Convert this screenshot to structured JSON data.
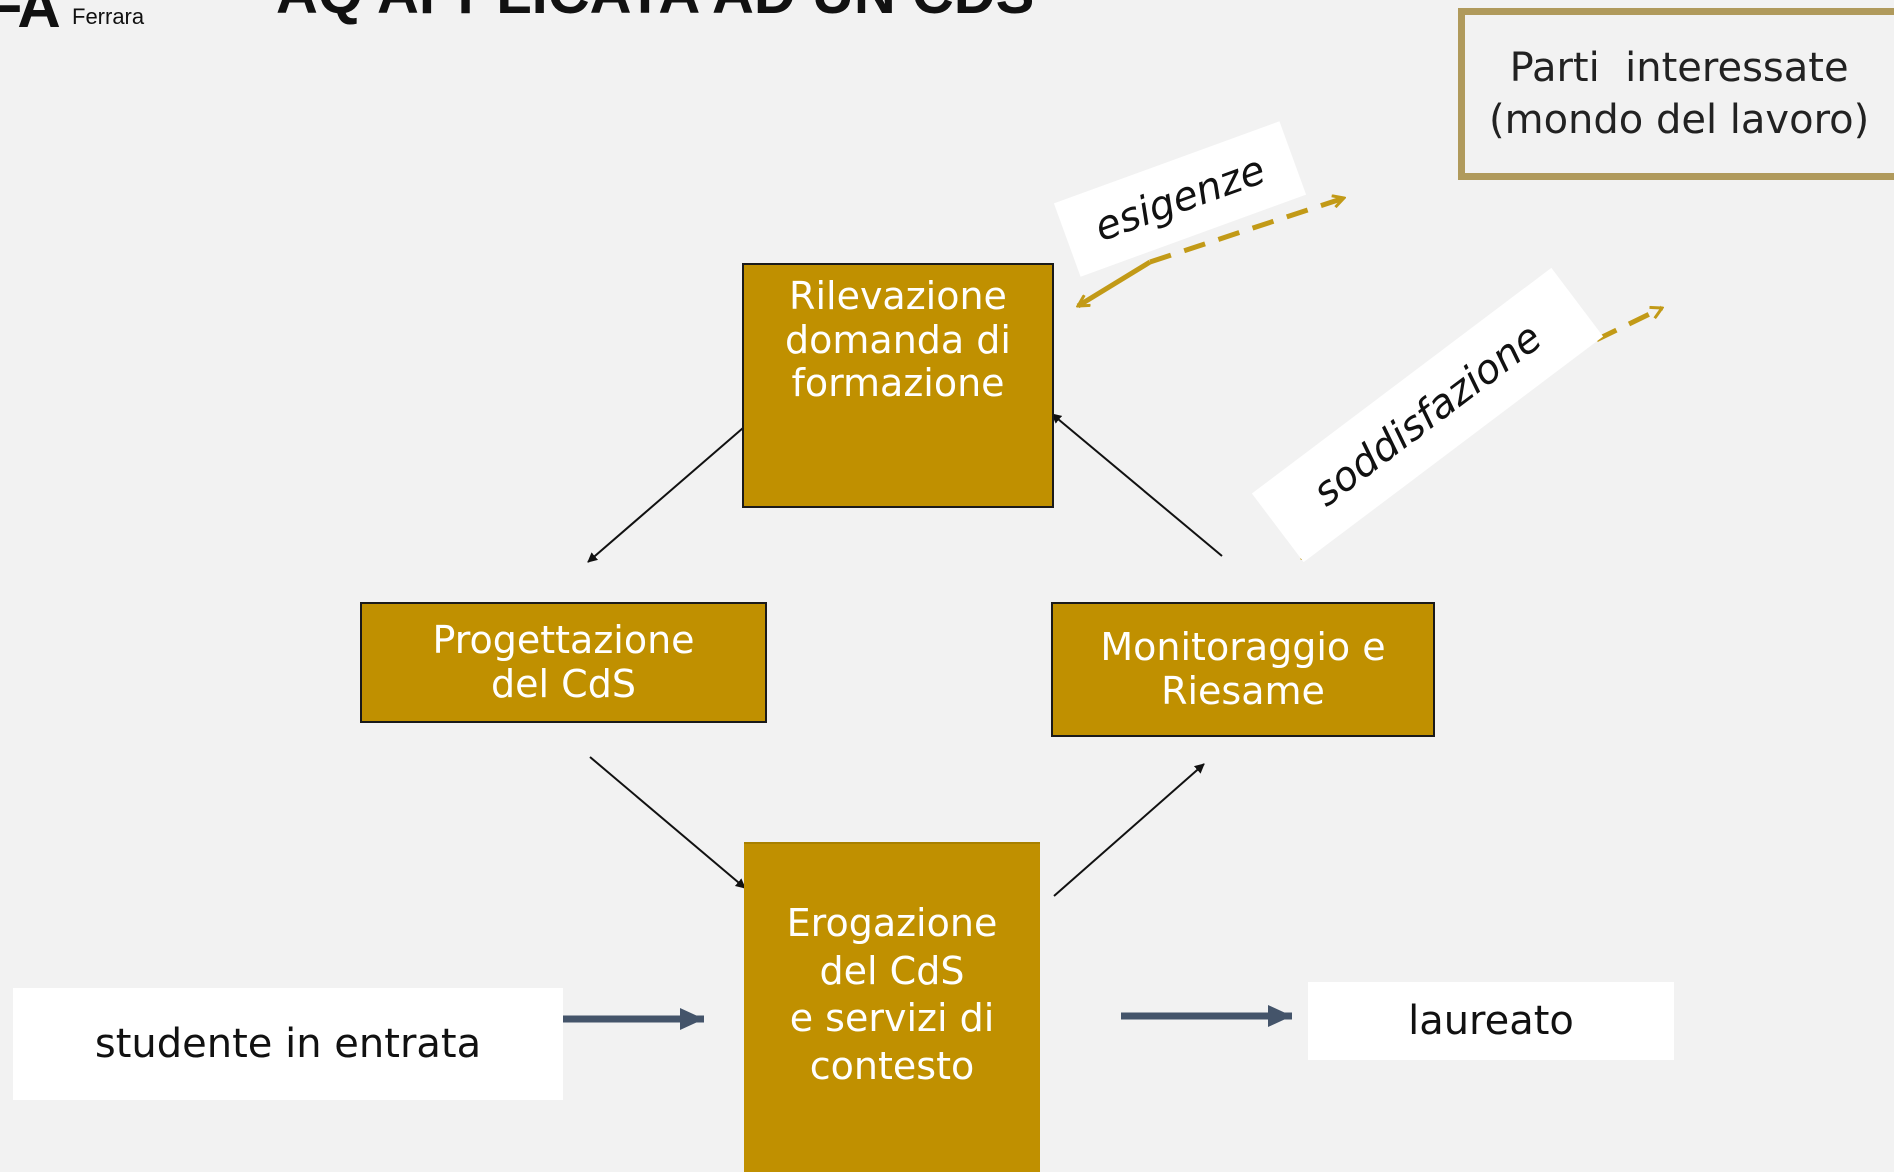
{
  "header": {
    "logo_letters": "FA",
    "logo_city": "Ferrara",
    "title": "AQ APPLICATA AD UN CDS"
  },
  "stakeholder": {
    "line1": "Parti  interessate",
    "line2": "(mondo del lavoro)"
  },
  "flow_labels": {
    "esigenze": "esigenze",
    "soddisfazione": "soddisfazione"
  },
  "process": {
    "rilevazione": [
      "Rilevazione",
      "domanda di",
      "formazione"
    ],
    "progettazione": [
      "Progettazione",
      "del CdS"
    ],
    "monitoraggio": [
      "Monitoraggio e",
      "Riesame"
    ],
    "erogazione": [
      "Erogazione",
      "del CdS",
      "e servizi di",
      "contesto"
    ]
  },
  "io": {
    "input": "studente in entrata",
    "output": "laureato"
  },
  "colors": {
    "process_box": "#c09000",
    "dashed_arrow": "#c29a17",
    "io_arrow": "#44546a",
    "stakeholder_border": "#b09a5c"
  }
}
